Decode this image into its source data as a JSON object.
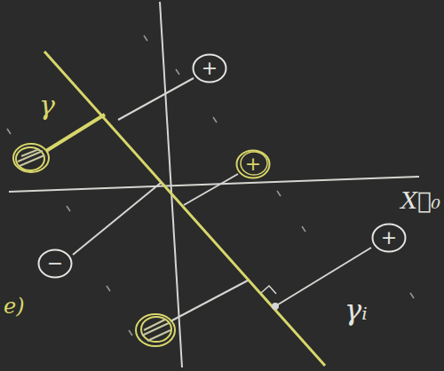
{
  "diagram": {
    "nodes": [
      {
        "text": [
          "+"
        ]
      },
      {
        "text": [
          "+"
        ]
      },
      {
        "text": [
          "+"
        ]
      },
      {
        "text": [
          "−"
        ]
      }
    ],
    "labels": [
      "γ",
      "γᵢ",
      "X⃗₀",
      "e)"
    ]
  }
}
